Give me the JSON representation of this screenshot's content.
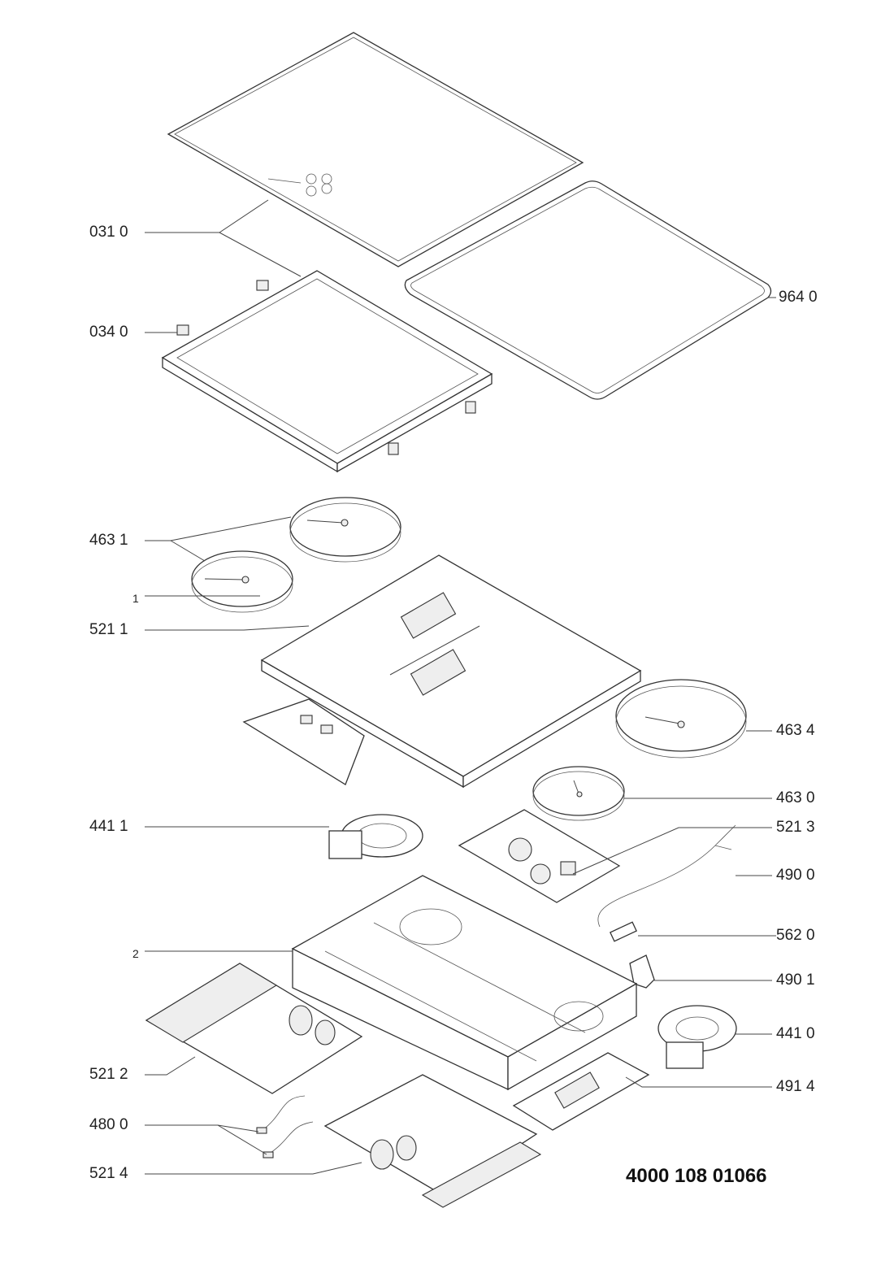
{
  "document_id": "4000 108 01066",
  "callouts": [
    {
      "id": "031-0",
      "label": "031 0",
      "part": "glass-ceramic-top"
    },
    {
      "id": "034-0",
      "label": "034 0",
      "part": "fixing-bracket"
    },
    {
      "id": "964-0",
      "label": "964 0",
      "part": "gasket-seal"
    },
    {
      "id": "463-1",
      "label": "463 1",
      "part": "induction-coil-rear"
    },
    {
      "id": "1",
      "label": "1",
      "part": "support-plate"
    },
    {
      "id": "521-1",
      "label": "521 1",
      "part": "control-board"
    },
    {
      "id": "463-4",
      "label": "463 4",
      "part": "induction-coil-large"
    },
    {
      "id": "463-0",
      "label": "463 0",
      "part": "induction-coil-small"
    },
    {
      "id": "441-1",
      "label": "441 1",
      "part": "cooling-fan-left"
    },
    {
      "id": "521-3",
      "label": "521 3",
      "part": "filter-board"
    },
    {
      "id": "490-0",
      "label": "490 0",
      "part": "power-cable"
    },
    {
      "id": "2",
      "label": "2",
      "part": "bottom-housing"
    },
    {
      "id": "562-0",
      "label": "562 0",
      "part": "fuse"
    },
    {
      "id": "490-1",
      "label": "490 1",
      "part": "cable-clamp"
    },
    {
      "id": "441-0",
      "label": "441 0",
      "part": "cooling-fan-right"
    },
    {
      "id": "521-2",
      "label": "521 2",
      "part": "power-board-left"
    },
    {
      "id": "491-4",
      "label": "491 4",
      "part": "terminal-block"
    },
    {
      "id": "480-0",
      "label": "480 0",
      "part": "wiring-harness"
    },
    {
      "id": "521-4",
      "label": "521 4",
      "part": "power-board-right"
    }
  ]
}
